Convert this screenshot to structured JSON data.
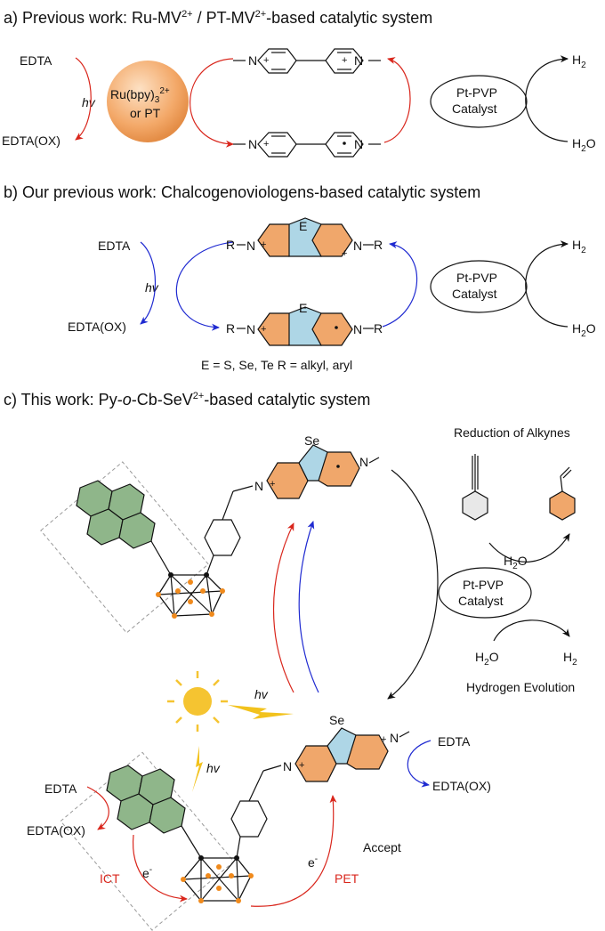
{
  "section_a": {
    "title_prefix": "a) Previous work:  Ru-MV",
    "title_sup1": "2+",
    "title_mid": " / PT-MV",
    "title_sup2": "2+",
    "title_suffix": "-based catalytic system",
    "edta": "EDTA",
    "edta_ox": "EDTA(OX)",
    "hv": "hv",
    "ru_line1": "Ru(bpy)",
    "ru_sub": "3",
    "ru_sup": "2+",
    "ru_line2": "or PT",
    "catalyst_line1": "Pt-PVP",
    "catalyst_line2": "Catalyst",
    "h2": "H",
    "h2_sub": "2",
    "h2o": "H",
    "h2o_sub": "2",
    "h2o_o": "O",
    "n_plus": "N",
    "plus": "+",
    "n": "N"
  },
  "section_b": {
    "title": "b) Our previous work: Chalcogenoviologens-based catalytic system",
    "edta": "EDTA",
    "edta_ox": "EDTA(OX)",
    "hv": "hv",
    "catalyst_line1": "Pt-PVP",
    "catalyst_line2": "Catalyst",
    "h2": "H",
    "h2_sub": "2",
    "h2o": "H",
    "h2o_sub": "2",
    "h2o_o": "O",
    "e_label": "E",
    "r_label": "R",
    "legend": "E = S, Se, Te     R = alkyl, aryl"
  },
  "section_c": {
    "title_prefix": "c) This work:  Py-",
    "title_o": "o",
    "title_mid": "-Cb-SeV",
    "title_sup": "2+",
    "title_suffix": "-based catalytic system",
    "reduction_title": "Reduction of Alkynes",
    "h2o_top": "H",
    "h2o_top_sub": "2",
    "h2o_top_o": "O",
    "catalyst_line1": "Pt-PVP",
    "catalyst_line2": "Catalyst",
    "h2o_bottom": "H",
    "h2o_bottom_sub": "2",
    "h2o_bottom_o": "O",
    "h2": "H",
    "h2_sub": "2",
    "hydrogen_evolution": "Hydrogen Evolution",
    "se": "Se",
    "hv1": "hv",
    "hv2": "hv",
    "edta_right": "EDTA",
    "edta_ox_right": "EDTA(OX)",
    "edta_left": "EDTA",
    "edta_ox_left": "EDTA(OX)",
    "ict": "ICT",
    "e_minus": "e",
    "e_sup": "-",
    "pet": "PET",
    "accept": "Accept"
  },
  "colors": {
    "orange": "#f0a76b",
    "blue_ring": "#aed6e6",
    "green": "#8fb68a",
    "red_arrow": "#d9261c",
    "blue_arrow": "#1f2ad1",
    "sun": "#f5c431",
    "lightning": "#f2c21d",
    "cage_dot": "#f08a1c"
  }
}
